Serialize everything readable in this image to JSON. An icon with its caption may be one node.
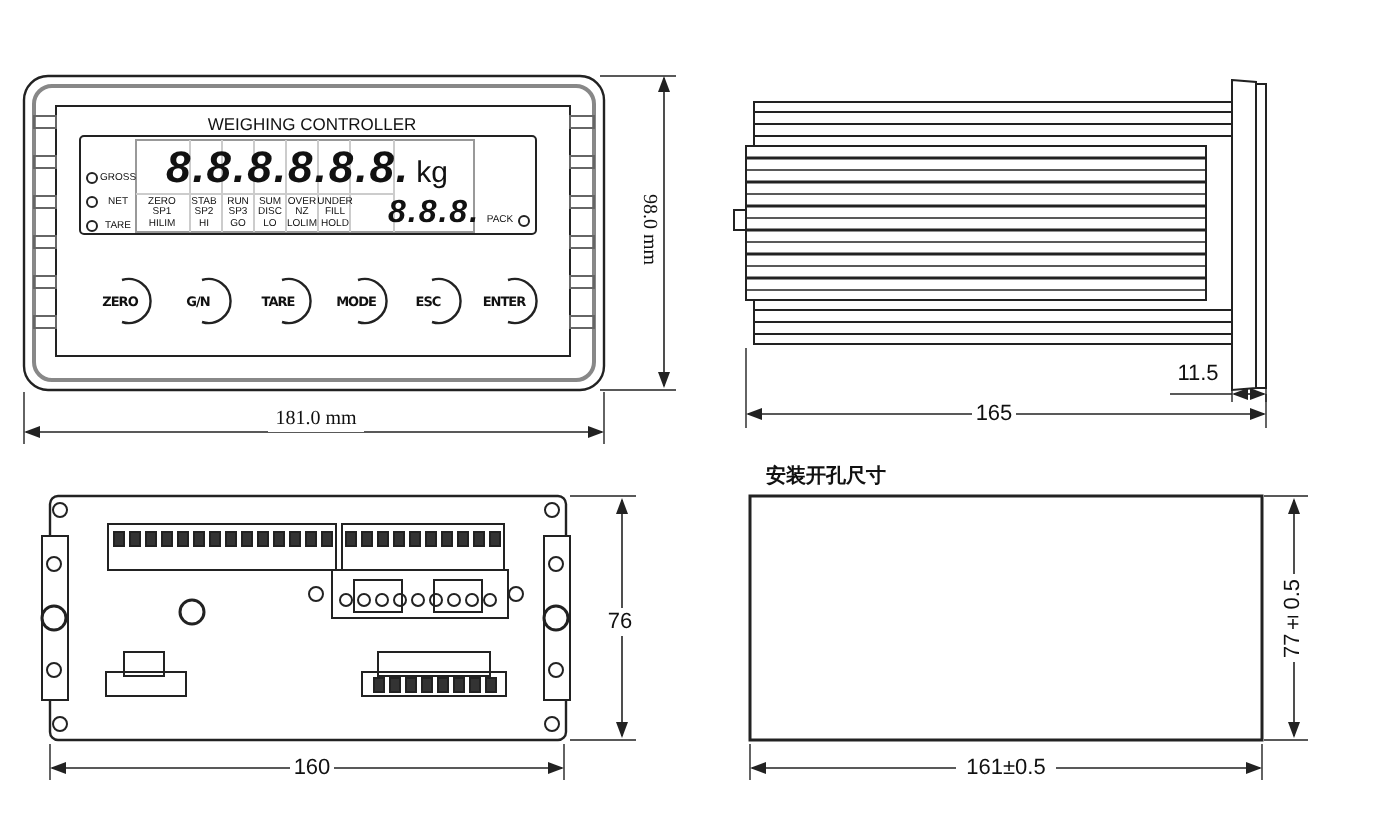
{
  "diagram": {
    "labels": [
      "WEIGHING CONTROLLER",
      "GROSS",
      "NET",
      "TARE",
      "8.8.8.8.8.8.",
      "kg",
      "ZERO SP1 HILIM",
      "STAB SP2 HI",
      "RUN SP3 GO",
      "SUM DISC LO",
      "OVER NZ LOLIM",
      "UNDER FILL HOLD",
      "8.8.8.",
      "PACK",
      "ZERO",
      "G/N",
      "TARE",
      "MODE",
      "ESC",
      "ENTER",
      "98.0 mm",
      "181.0 mm",
      "11.5",
      "165",
      "76",
      "160",
      "安装开孔尺寸",
      "77±0.5",
      "161±0.5"
    ]
  }
}
